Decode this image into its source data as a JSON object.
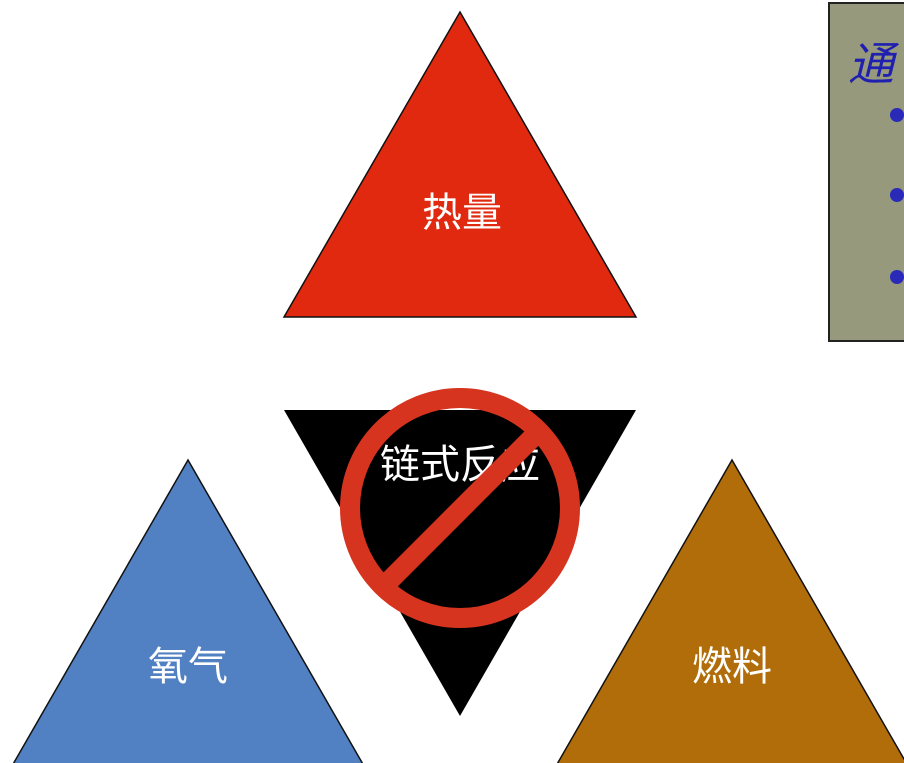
{
  "triangles": {
    "heat": {
      "label": "热量",
      "color": "#e0290f"
    },
    "oxygen": {
      "label": "氧气",
      "color": "#5180c3"
    },
    "fuel": {
      "label": "燃料",
      "color": "#b06d0a"
    },
    "chain": {
      "label": "链式反应",
      "color": "#000000"
    }
  },
  "prohibition_color": "#d6341e",
  "info_box": {
    "title": "通",
    "bullet_count": 3,
    "background": "#97997c",
    "title_color": "#2020b0"
  }
}
